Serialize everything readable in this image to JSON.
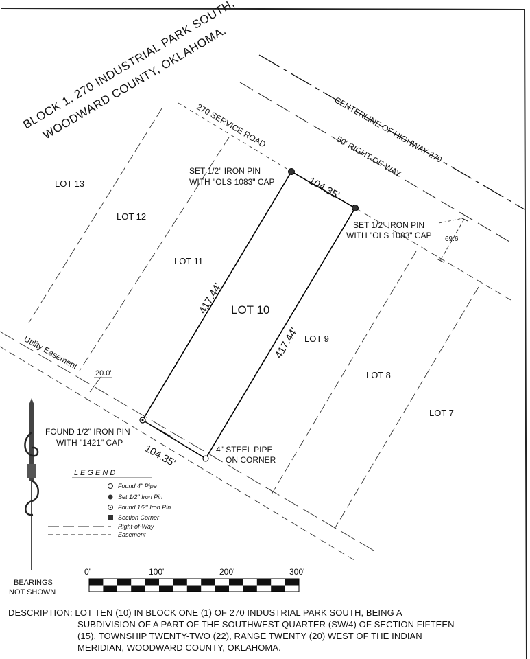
{
  "title": {
    "line1": "BLOCK 1, 270 INDUSTRIAL PARK SOUTH,",
    "line2": "WOODWARD COUNTY, OKLAHOMA."
  },
  "roads": {
    "centerline": "CENTERLINE OF HIGHWAY 270",
    "right_of_way": "50'  RIGHT-OF-WAY",
    "service_road": "270 SERVICE ROAD"
  },
  "lots": [
    "LOT 13",
    "LOT 12",
    "LOT 11",
    "LOT 10",
    "LOT 9",
    "LOT 8",
    "LOT 7"
  ],
  "dimensions": {
    "top": "104.35'",
    "bottom": "104.35'",
    "left": "417.44'",
    "right": "417.44'",
    "row_offset": "69.6'",
    "easement_width": "20.0'"
  },
  "annotations": {
    "set_pin_a": [
      "SET 1/2\" IRON PIN",
      "WITH \"OLS 1083\" CAP"
    ],
    "set_pin_b": [
      "SET 1/2\" IRON PIN",
      "WITH \"OLS 1083\" CAP"
    ],
    "found_pin": [
      "FOUND 1/2\" IRON PIN",
      "WITH \"1421\" CAP"
    ],
    "steel_pipe": [
      "4\" STEEL PIPE",
      "ON CORNER"
    ],
    "utility_easement": "Utility Easement"
  },
  "legend": {
    "title": "L E G E N D",
    "items": [
      {
        "symbol": "open-circle",
        "label": "Found 4\" Pipe"
      },
      {
        "symbol": "filled-circle",
        "label": "Set 1/2\" Iron Pin"
      },
      {
        "symbol": "dotted-circle",
        "label": "Found 1/2\" Iron Pin"
      },
      {
        "symbol": "filled-square",
        "label": "Section Corner"
      },
      {
        "symbol": "long-dash",
        "label": "Right-of-Way"
      },
      {
        "symbol": "short-dash",
        "label": "Easement"
      }
    ]
  },
  "scale": {
    "ticks": [
      "0'",
      "100'",
      "200'",
      "300'"
    ]
  },
  "bearings_note": [
    "BEARINGS",
    "NOT SHOWN"
  ],
  "description": {
    "label": "DESCRIPTION:",
    "lines": [
      "LOT TEN (10) IN BLOCK ONE (1) OF 270 INDUSTRIAL PARK SOUTH, BEING A",
      "SUBDIVISION OF A PART OF THE SOUTHWEST QUARTER (SW/4) OF SECTION FIFTEEN",
      "(15), TOWNSHIP TWENTY-TWO (22), RANGE TWENTY (20) WEST OF THE INDIAN",
      "MERIDIAN, WOODWARD COUNTY, OKLAHOMA."
    ]
  }
}
